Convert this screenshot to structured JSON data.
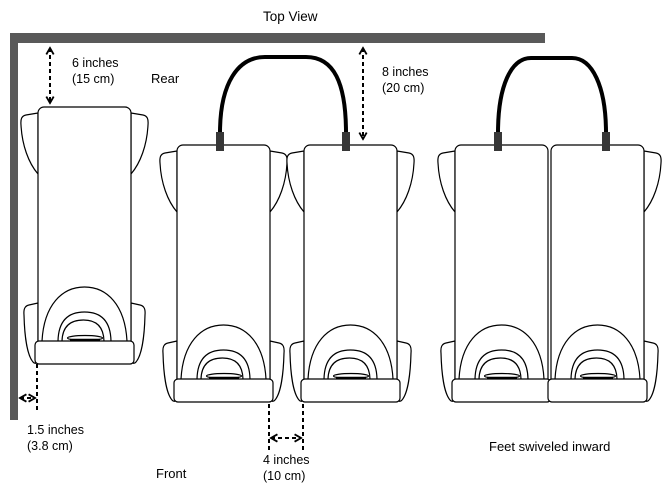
{
  "title": "Top View",
  "labels": {
    "rear": "Rear",
    "front": "Front",
    "feet_note": "Feet swiveled inward"
  },
  "dimensions": {
    "rear_wall_single": {
      "value": "6 inches",
      "metric": "(15 cm)"
    },
    "rear_wall_pair": {
      "value": "8 inches",
      "metric": "(20 cm)"
    },
    "side_wall": {
      "value": "1.5 inches",
      "metric": "(3.8 cm)"
    },
    "between_pair": {
      "value": "4 inches",
      "metric": "(10 cm)"
    }
  },
  "colors": {
    "wall": "#595959",
    "cable": "#000000",
    "connector": "#373737",
    "outline": "#000000",
    "background": "#ffffff",
    "text": "#000000"
  }
}
